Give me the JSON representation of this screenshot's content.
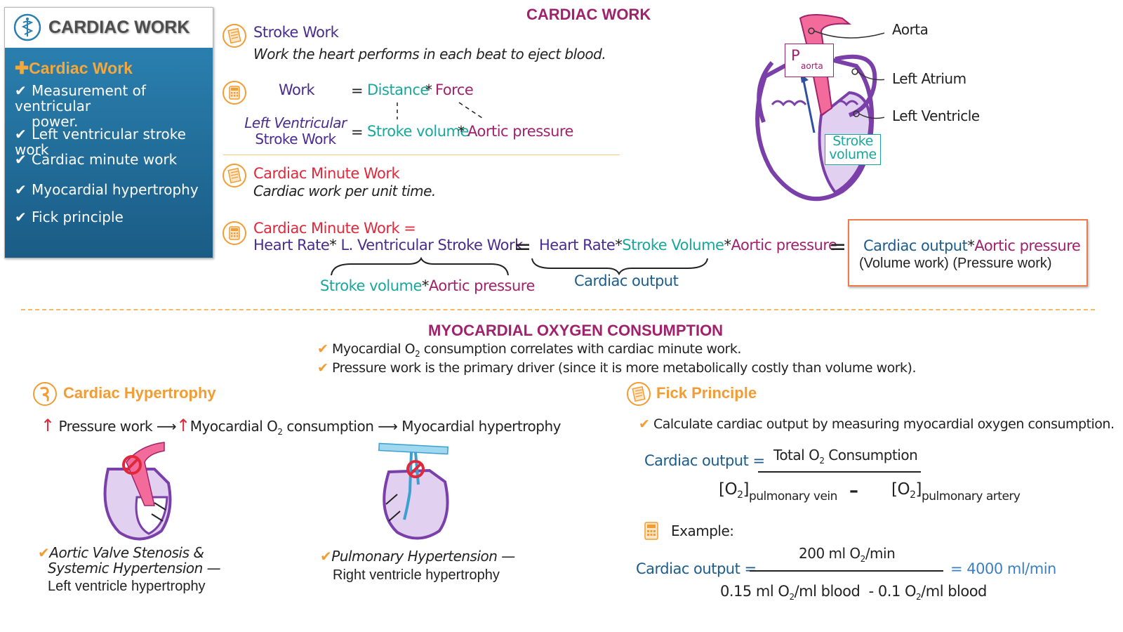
{
  "sidebar": {
    "title": "CARDIAC WORK",
    "heading": "Cardiac Work",
    "items": [
      "Measurement of ventricular",
      "power.",
      "Left ventricular stroke work",
      "Cardiac minute work",
      "Myocardial hypertrophy",
      "Fick principle"
    ]
  },
  "cardiac_work": {
    "title": "CARDIAC WORK",
    "stroke_work_label": "Stroke Work",
    "stroke_work_def": "Work the heart performs in each beat to eject blood.",
    "eq1_lhs": "Work",
    "eq_equals": "=",
    "eq1_distance": "Distance",
    "eq_times": "*",
    "eq1_force": "Force",
    "eq2_lhs_line1": "Left Ventricular",
    "eq2_lhs_line2": "Stroke Work",
    "eq2_stroke_volume": "Stroke volume",
    "eq2_aortic_pressure": "Aortic pressure",
    "cmw_label": "Cardiac Minute Work",
    "cmw_def": "Cardiac work per unit time.",
    "cmw_eq_line1": "Cardiac Minute Work =",
    "cmw_eq_hr": "Heart Rate",
    "cmw_eq_lvsw": "L. Ventricular Stroke Work",
    "brace1_sv": "Stroke volume",
    "brace1_ap": "Aortic pressure",
    "mid_hr": "Heart Rate",
    "mid_sv": "Stroke Volume",
    "mid_ap": "Aortic pressure",
    "brace2_label": "Cardiac output",
    "box_co": "Cardiac output",
    "box_ap": "Aortic pressure",
    "box_vw": "(Volume work)",
    "box_pw": "(Pressure work)"
  },
  "heart_diagram": {
    "aorta": "Aorta",
    "left_atrium": "Left Atrium",
    "left_ventricle": "Left Ventricle",
    "p_label": "P",
    "p_sub": "aorta",
    "sv_line1": "Stroke",
    "sv_line2": "volume"
  },
  "mvo2": {
    "title": "MYOCARDIAL OXYGEN CONSUMPTION",
    "point1_a": "Myocardial O",
    "point1_sub": "2",
    "point1_b": " consumption correlates with cardiac minute work.",
    "point2": "Pressure work is the primary driver (since it is more metabolically costly than volume work)."
  },
  "hypertrophy": {
    "title": "Cardiac Hypertrophy",
    "pressure_work": "Pressure work",
    "mvo2_a": "Myocardial O",
    "mvo2_sub": "2",
    "mvo2_b": " consumption",
    "myo_hyp": "Myocardial hypertrophy",
    "left_case_line1": "Aortic Valve Stenosis &",
    "left_case_line2": "Systemic Hypertension —",
    "left_case_result": "Left ventricle hypertrophy",
    "right_case_line1": "Pulmonary Hypertension —",
    "right_case_result": "Right ventricle hypertrophy"
  },
  "fick": {
    "title": "Fick Principle",
    "point": "Calculate cardiac output by measuring myocardial oxygen consumption.",
    "co_label": "Cardiac output =",
    "num_a": "Total O",
    "num_sub": "2",
    "num_b": " Consumption",
    "den_left": "[O",
    "den_left_sub": "2",
    "den_left_close": "]",
    "den_left_loc": "pulmonary vein",
    "minus": "–",
    "den_right": "[O",
    "den_right_sub": "2",
    "den_right_close": "]",
    "den_right_loc": "pulmonary artery",
    "example_label": "Example:",
    "ex_co_label": "Cardiac output =",
    "ex_num_a": "200 ml O",
    "ex_num_sub": "2",
    "ex_num_b": "/min",
    "ex_den_a": "0.15 ml O",
    "ex_den_sub1": "2",
    "ex_den_b": "/ml blood  - 0.1 O",
    "ex_den_sub2": "2",
    "ex_den_c": "/ml blood",
    "ex_result": "= 4000 ml/min"
  },
  "colors": {
    "purple": "#4a2c8f",
    "teal": "#17a79b",
    "magenta": "#a0226c",
    "red": "#e0283a",
    "navy": "#1c5c8c",
    "orange": "#f39c34",
    "sidebar_blue": "#1f6d9c"
  }
}
